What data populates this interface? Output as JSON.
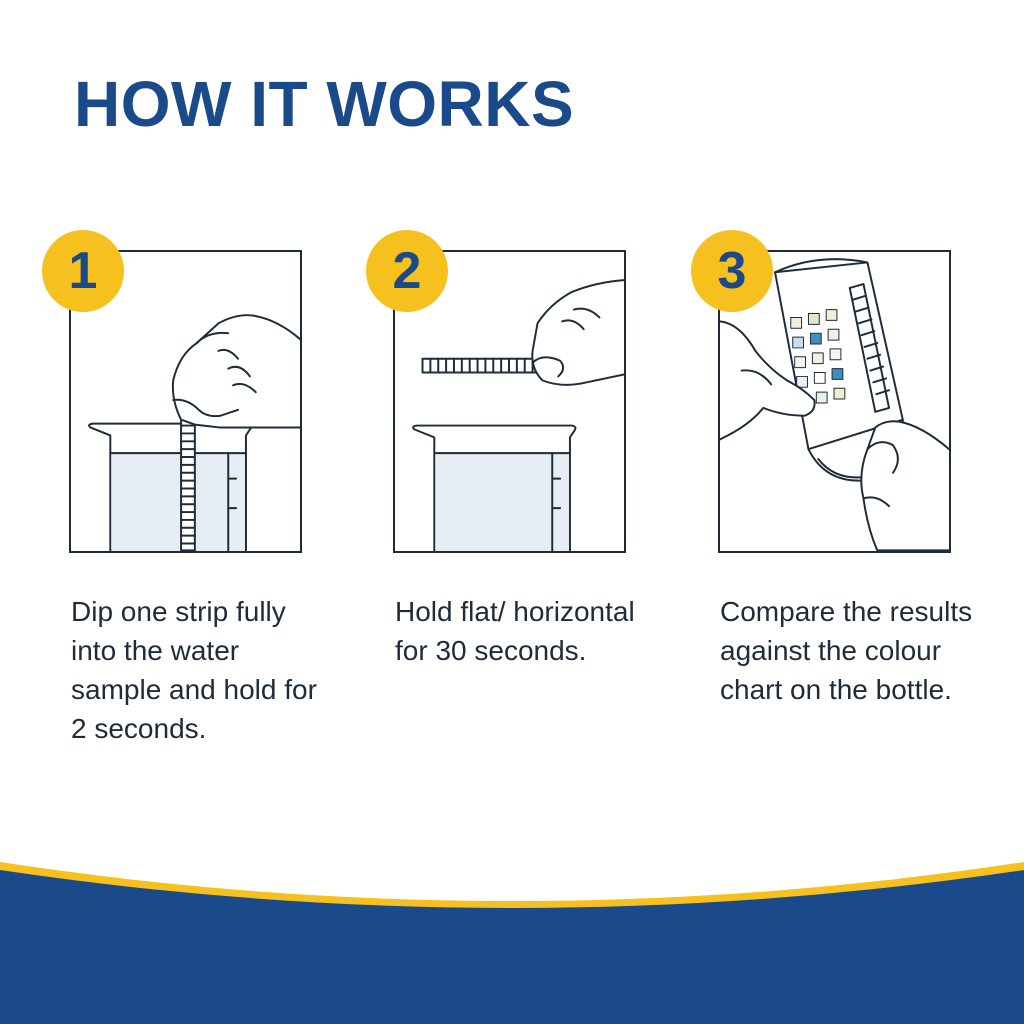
{
  "title": "HOW IT WORKS",
  "colors": {
    "title": "#1b4a8b",
    "badge": "#f6c01e",
    "text": "#1f2b3a",
    "wave_blue": "#1b4a8b",
    "wave_accent": "#f6c01e"
  },
  "steps": [
    {
      "number": "1",
      "text": "Dip one strip fully into the water sample and hold for 2 seconds.",
      "illustration": "hand-dipping-strip-into-beaker-icon"
    },
    {
      "number": "2",
      "text": "Hold flat/ horizontal for 30 seconds.",
      "illustration": "hand-holding-strip-horizontally-icon"
    },
    {
      "number": "3",
      "text": "Compare the results against the colour chart on the bottle.",
      "illustration": "hands-holding-bottle-with-colour-chart-icon"
    }
  ]
}
